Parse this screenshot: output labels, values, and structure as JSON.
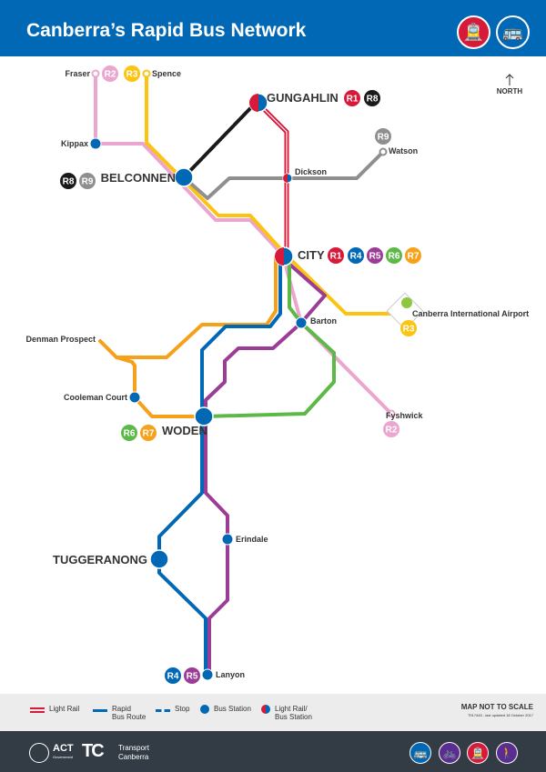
{
  "header": {
    "title": "Canberra’s Rapid Bus Network",
    "icons": [
      "light-rail-icon",
      "bus-icon"
    ]
  },
  "north": "NORTH",
  "colors": {
    "R1": "#d7193a",
    "R2": "#eaa6cf",
    "R3": "#fcc310",
    "R4": "#0068b4",
    "R5": "#9b3c97",
    "R6": "#5cb947",
    "R7": "#f7a11b",
    "R8": "#1a1a1a",
    "R9": "#8f8f8f"
  },
  "stations": {
    "fraser": "Fraser",
    "spence": "Spence",
    "kippax": "Kippax",
    "belconnen": "BELCONNEN",
    "gungahlin": "GUNGAHLIN",
    "dickson": "Dickson",
    "watson": "Watson",
    "city": "CITY",
    "airport": "Canberra International Airport",
    "barton": "Barton",
    "denman": "Denman Prospect",
    "cooleman": "Cooleman Court",
    "woden": "WODEN",
    "fyshwick": "Fyshwick",
    "erindale": "Erindale",
    "tuggeranong": "TUGGERANONG",
    "lanyon": "Lanyon"
  },
  "routes": {
    "r1": "R1",
    "r2": "R2",
    "r3": "R3",
    "r4": "R4",
    "r5": "R5",
    "r6": "R6",
    "r7": "R7",
    "r8": "R8",
    "r9": "R9"
  },
  "legend": {
    "light_rail": "Light Rail",
    "rapid_1": "Rapid",
    "rapid_2": "Bus Route",
    "stop": "Stop",
    "bus_station": "Bus Station",
    "lr_bus_1": "Light Rail/",
    "lr_bus_2": "Bus Station",
    "not_to_scale": "MAP NOT TO SCALE",
    "updated": "T917445 - last updated 18 October 2017"
  },
  "footer": {
    "act": "ACT",
    "act_sub": "Government",
    "tc_1": "Transport",
    "tc_2": "Canberra",
    "icons": [
      "bus-icon",
      "bicycle-icon",
      "light-rail-icon",
      "walking-icon"
    ]
  }
}
